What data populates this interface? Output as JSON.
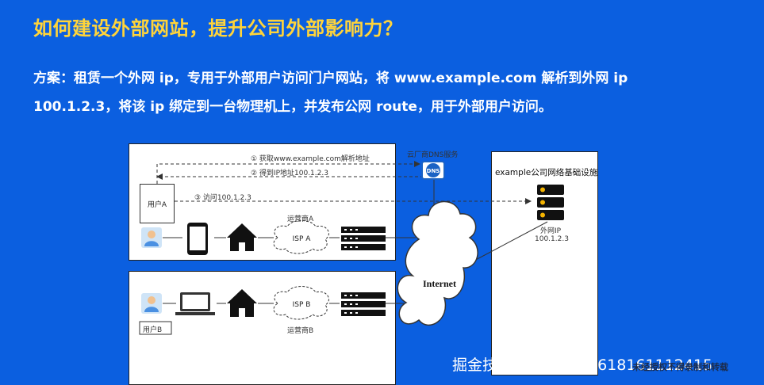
{
  "title": "如何建设外部网站，提升公司外部影响力？",
  "solution": {
    "line1": "方案：租赁一个外网 ip，专用于外部用户访问门户网站，将 www.example.com 解析到外网 ip",
    "line2": "100.1.2.3，将该 ip 绑定到一台物理机上，并发布公网 route，用于外部用户访问。"
  },
  "diagram": {
    "step1": "① 获取www.example.com解析地址",
    "step2": "② 得到IP地址100.1.2.3",
    "step3": "③ 访问100.1.2.3",
    "dns_label": "云厂商DNS服务",
    "dns_icon_text": "DNS",
    "infra_title": "example公司网络基础设施",
    "server_label": "外网IP",
    "server_ip": "100.1.2.3",
    "userA": "用户A",
    "userB": "用户B",
    "carrierA": "运营商A",
    "carrierB": "运营商B",
    "ispA": "ISP A",
    "ispB": "ISP B",
    "internet": "Internet"
  },
  "watermark": "掘金技术社区 @ 用户618161112415",
  "watermark_small": "未经授权不得录制和转载",
  "colors": {
    "background": "#0b5fe0",
    "title": "#ffd43a",
    "text": "#ffffff"
  }
}
